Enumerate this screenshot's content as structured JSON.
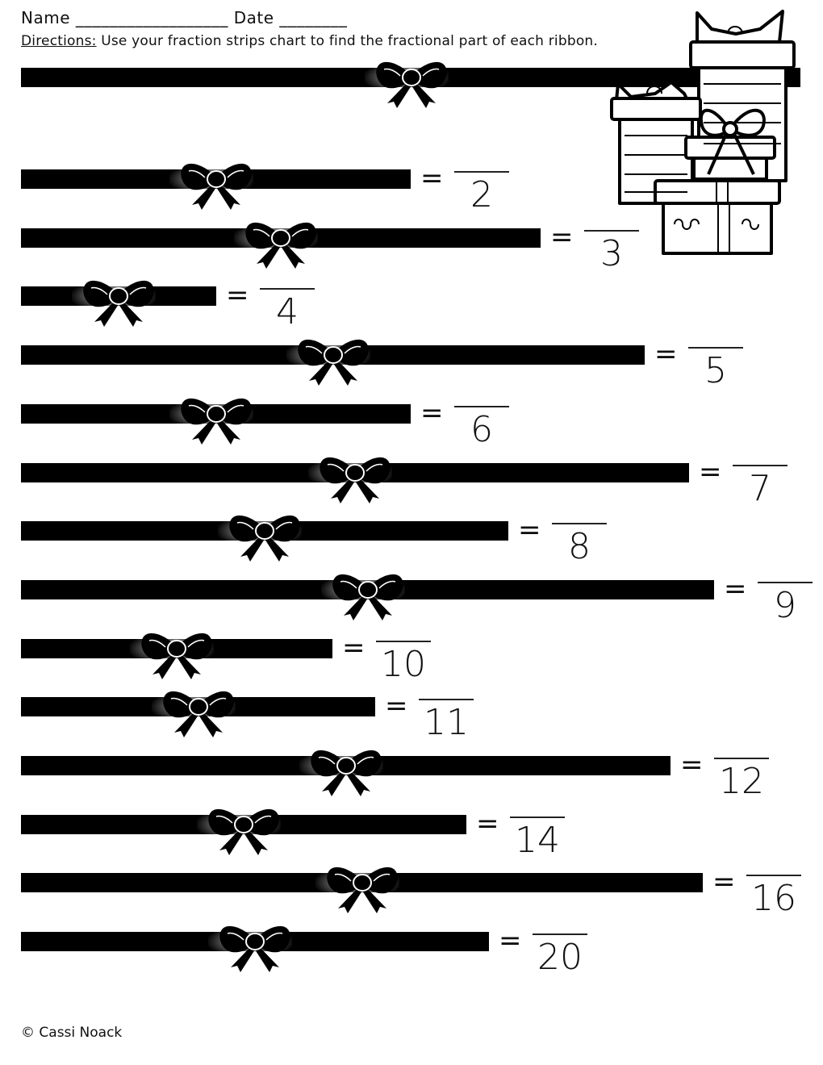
{
  "header": {
    "name_label": "Name",
    "name_line": "__________________",
    "date_label": "Date",
    "date_line": "________"
  },
  "directions": {
    "label": "Directions:",
    "text": " Use your fraction strips chart to find the fractional part of each ribbon."
  },
  "top_ribbon": {
    "icon": "bow-icon"
  },
  "gifts_icon": "gift-stack-icon",
  "rows": [
    {
      "denominator": "2",
      "equals": "=",
      "fraction": 0.5
    },
    {
      "denominator": "3",
      "equals": "=",
      "fraction": 0.6667
    },
    {
      "denominator": "4",
      "equals": "=",
      "fraction": 0.25
    },
    {
      "denominator": "5",
      "equals": "=",
      "fraction": 0.8
    },
    {
      "denominator": "6",
      "equals": "=",
      "fraction": 0.5
    },
    {
      "denominator": "7",
      "equals": "=",
      "fraction": 0.8571
    },
    {
      "denominator": "8",
      "equals": "=",
      "fraction": 0.625
    },
    {
      "denominator": "9",
      "equals": "=",
      "fraction": 0.8889
    },
    {
      "denominator": "10",
      "equals": "=",
      "fraction": 0.4
    },
    {
      "denominator": "11",
      "equals": "=",
      "fraction": 0.4545
    },
    {
      "denominator": "12",
      "equals": "=",
      "fraction": 0.8333
    },
    {
      "denominator": "14",
      "equals": "=",
      "fraction": 0.5714
    },
    {
      "denominator": "16",
      "equals": "=",
      "fraction": 0.875
    },
    {
      "denominator": "20",
      "equals": "=",
      "fraction": 0.6
    }
  ],
  "footer": {
    "copyright": "© Cassi Noack"
  }
}
